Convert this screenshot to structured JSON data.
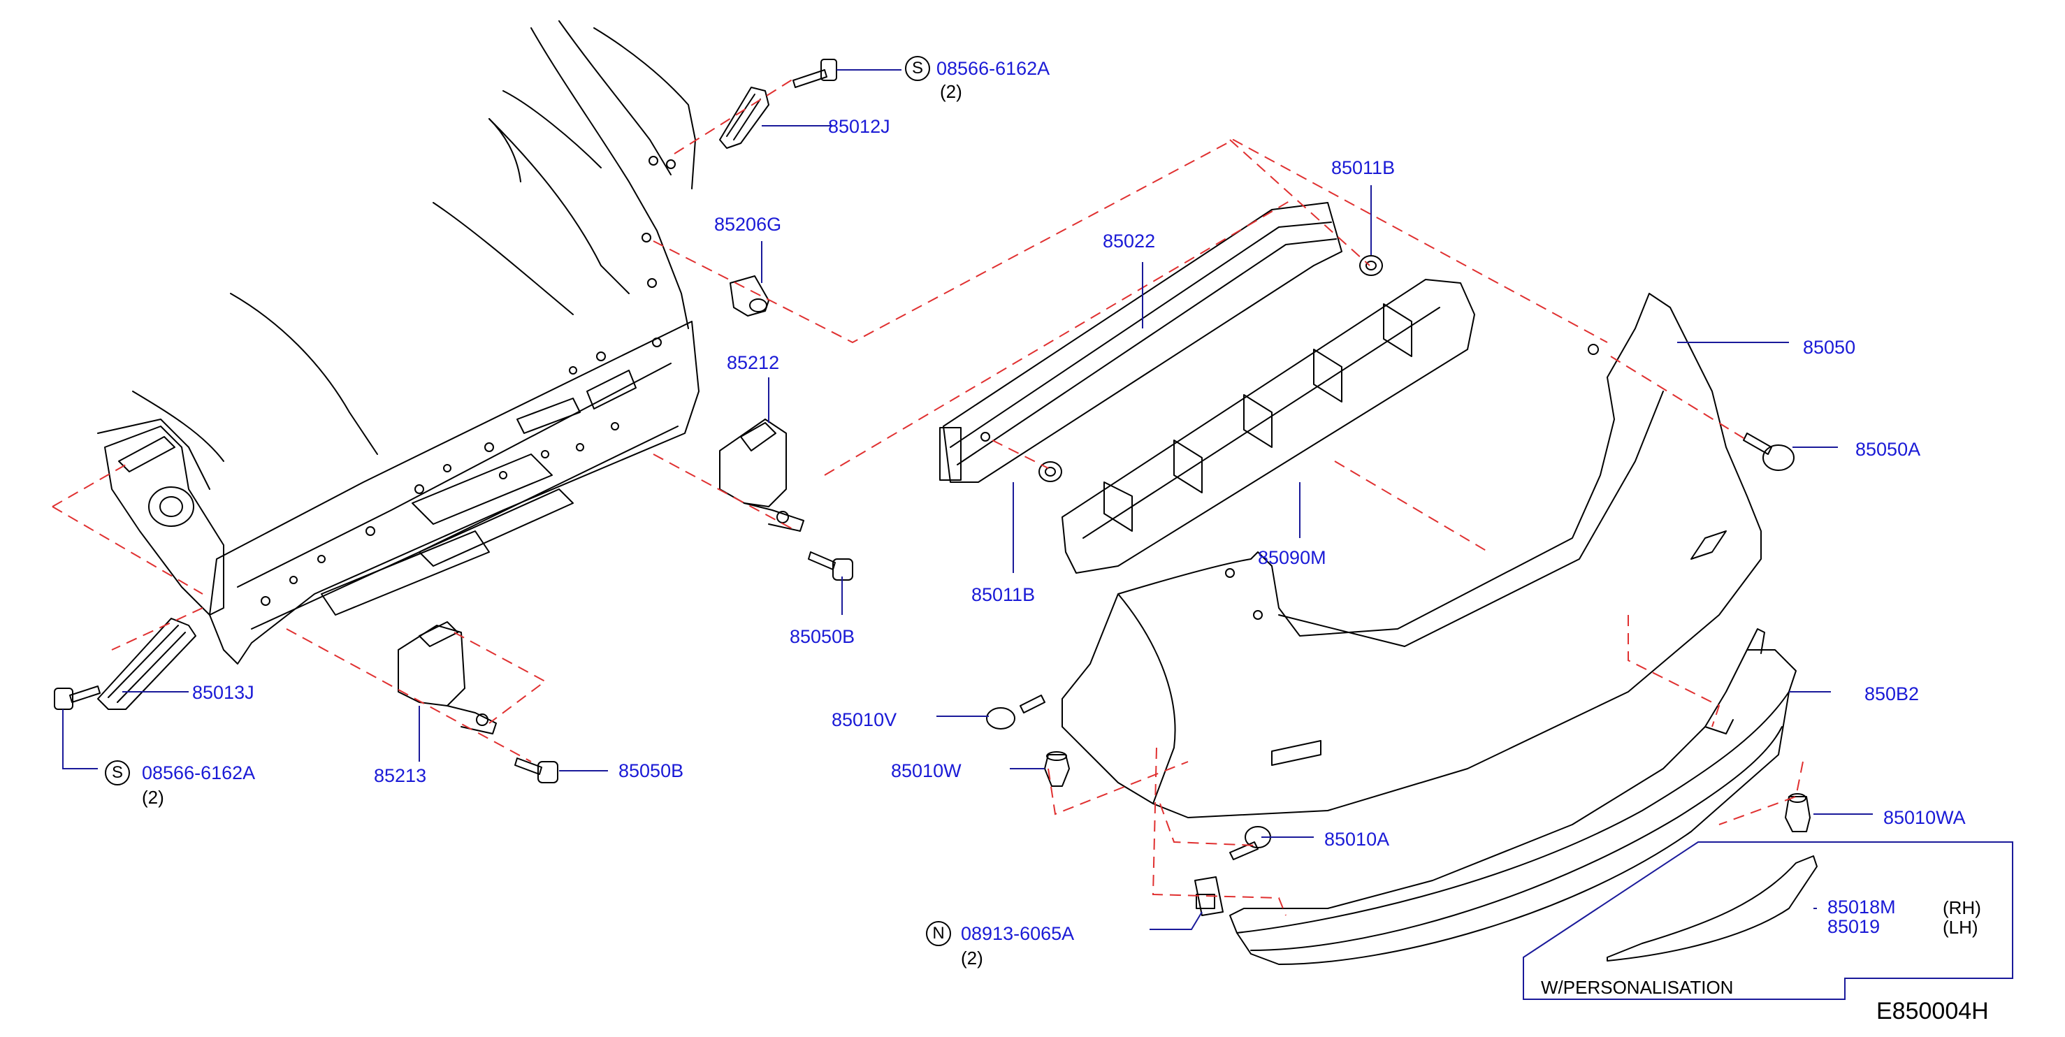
{
  "diagram_code": "E850004H",
  "note": "W/PERSONALISATION",
  "labels": {
    "p08566_top": "08566-6162A",
    "p08566_top_qty": "(2)",
    "p08566_top_sym": "S",
    "p85012J": "85012J",
    "p85206G": "85206G",
    "p85212": "85212",
    "p85050B_upper": "85050B",
    "p85013J": "85013J",
    "p08566_bot": "08566-6162A",
    "p08566_bot_qty": "(2)",
    "p08566_bot_sym": "S",
    "p85213": "85213",
    "p85050B_lower": "85050B",
    "p85022": "85022",
    "p85011B_top": "85011B",
    "p85011B_bot": "85011B",
    "p85090M": "85090M",
    "p85050": "85050",
    "p85050A": "85050A",
    "p850B2": "850B2",
    "p85010V": "85010V",
    "p85010W": "85010W",
    "p85010WA": "85010WA",
    "p85010A": "85010A",
    "p08913": "08913-6065A",
    "p08913_qty": "(2)",
    "p08913_sym": "N",
    "p85018M": "85018M",
    "p85019": "85019",
    "rh": "(RH)",
    "lh": "(LH)"
  },
  "colors": {
    "callout": "#1a1ad6",
    "leader": "#1a1a9a",
    "dashed": "#e03030",
    "linework": "#000000"
  }
}
